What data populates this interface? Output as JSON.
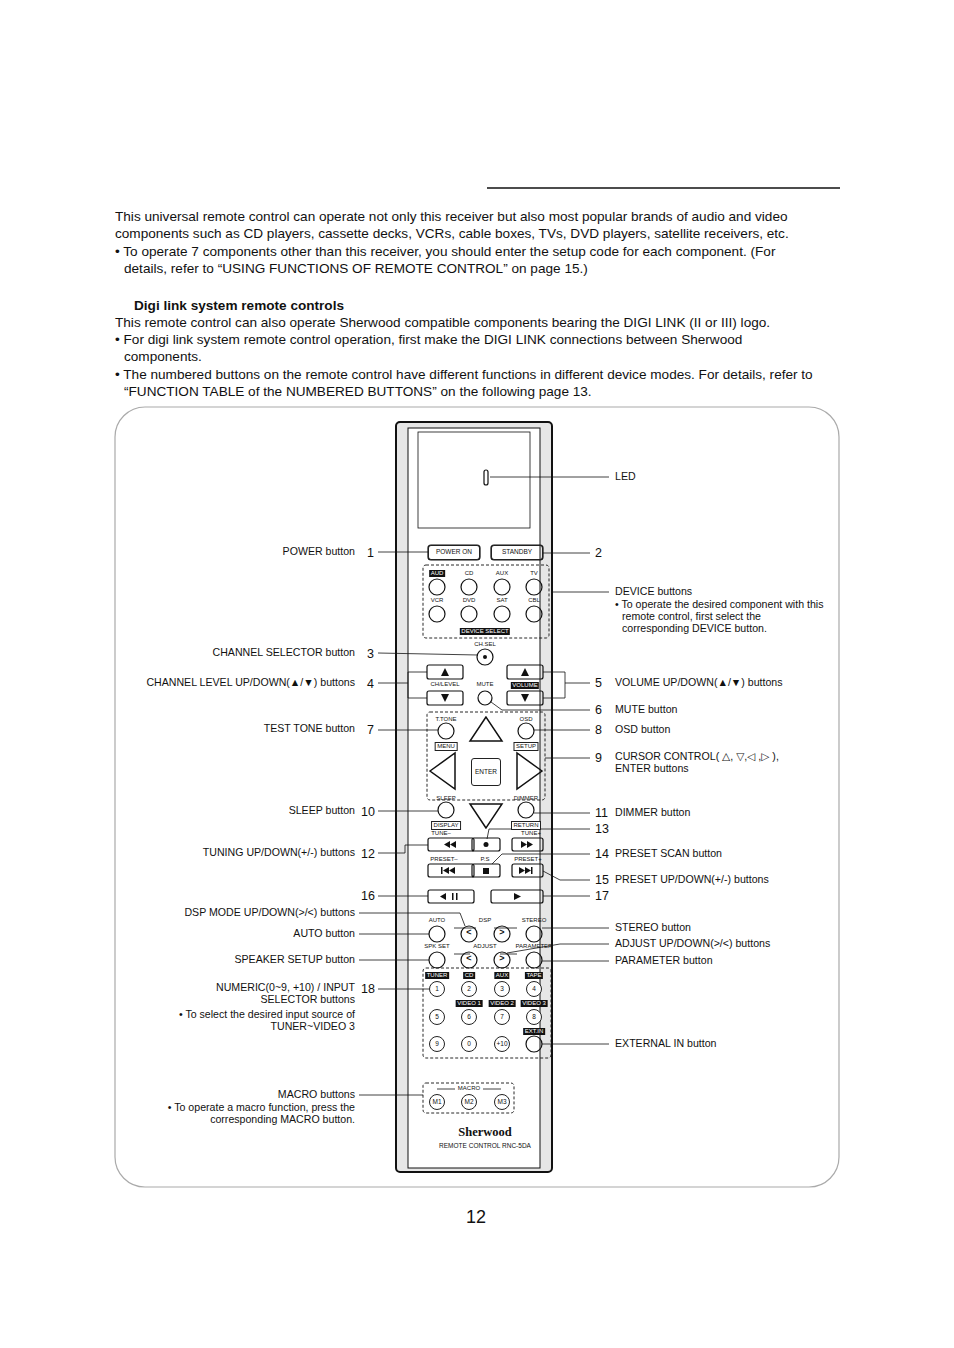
{
  "diagram": {
    "nodes": [
      {
        "text": [
          "POWER ON"
        ]
      },
      {
        "text": [
          "STANDBY"
        ]
      },
      {
        "text": [
          "ENTER"
        ]
      },
      {
        "text": [
          "1"
        ]
      },
      {
        "text": [
          "2"
        ]
      },
      {
        "text": [
          "3"
        ]
      },
      {
        "text": [
          "4"
        ]
      },
      {
        "text": [
          "5"
        ]
      },
      {
        "text": [
          "6"
        ]
      },
      {
        "text": [
          "7"
        ]
      },
      {
        "text": [
          "8"
        ]
      },
      {
        "text": [
          "9"
        ]
      },
      {
        "text": [
          "0"
        ]
      },
      {
        "text": [
          "+10"
        ]
      },
      {
        "text": [
          "M1"
        ]
      },
      {
        "text": [
          "M2"
        ]
      },
      {
        "text": [
          "M3"
        ]
      }
    ],
    "labels": [
      "This universal remote control can operate not only this receiver but also most popular brands of audio and video components such as CD players, cassette decks, VCRs, cable boxes, TVs, DVD players, satellite receivers, etc.",
      "• To operate 7 components other than this receiver, you should enter the setup code for each component. (For details, refer to “USING FUNCTIONS OF REMOTE CONTROL” on page 15.)",
      "Digi link system remote controls",
      "This remote control can also operate Sherwood compatible components bearing the DIGI LINK (II or III) logo.",
      "• For digi link system remote control operation, first make the DIGI LINK connections between Sherwood components.",
      "• The numbered buttons on the remote control have different functions in different device modes. For details, refer to “FUNCTION TABLE of the NUMBERED BUTTONS” on the following page 13.",
      "LED",
      "DEVICE buttons",
      "• To operate the desired component with this remote control, first select the corresponding DEVICE button.",
      "VOLUME UP/DOWN(▲/▼) buttons",
      "MUTE button",
      "OSD button",
      "CURSOR CONTROL( △, ▽,◁ ,▷ ), ENTER buttons",
      "DIMMER button",
      "PRESET SCAN  button",
      "PRESET UP/DOWN(+/-) buttons",
      "STEREO button",
      "ADJUST UP/DOWN(>/<) buttons",
      "PARAMETER button",
      "EXTERNAL IN button",
      "2",
      "5",
      "6",
      "8",
      "9",
      "11",
      "13",
      "14",
      "15",
      "17",
      "POWER button",
      "CHANNEL SELECTOR button",
      "CHANNEL LEVEL UP/DOWN(▲/▼) buttons",
      "TEST TONE button",
      "SLEEP button",
      "TUNING UP/DOWN(+/-) buttons",
      "DSP MODE UP/DOWN(>/<) buttons",
      "AUTO button",
      "SPEAKER SETUP button",
      "NUMERIC(0~9, +10) / INPUT SELECTOR buttons",
      "• To select the desired input source of TUNER~VIDEO 3",
      "MACRO buttons",
      "• To operate a macro function, press the corresponding MACRO button.",
      "1",
      "3",
      "4",
      "7",
      "10",
      "12",
      "16",
      "18",
      "AUD",
      "CD",
      "AUX",
      "TV",
      "VCR",
      "DVD",
      "SAT",
      "CBL",
      "DEVICE SELECT",
      "CH.SEL",
      "CH/LEVEL",
      "MUTE",
      "VOLUME",
      "T.TONE",
      "MENU",
      "OSD",
      "SETUP",
      "SLEEP",
      "DISPLAY",
      "DIMMER",
      "RETURN",
      "TUNE–",
      "TUNE+",
      "PRESET–",
      "P.S",
      "PRESET+",
      "AUTO",
      "DSP",
      "STEREO",
      "SPK SET",
      "ADJUST",
      "PARAMETER",
      "TUNER",
      "CD",
      "AUX",
      "TAPE",
      "VIDEO 1",
      "VIDEO 2",
      "VIDEO 3",
      "EXT.IN",
      "MACRO",
      "Sherwood",
      "REMOTE CONTROL RNC-5DA",
      "12",
      "<",
      ">",
      "<",
      ">"
    ]
  }
}
